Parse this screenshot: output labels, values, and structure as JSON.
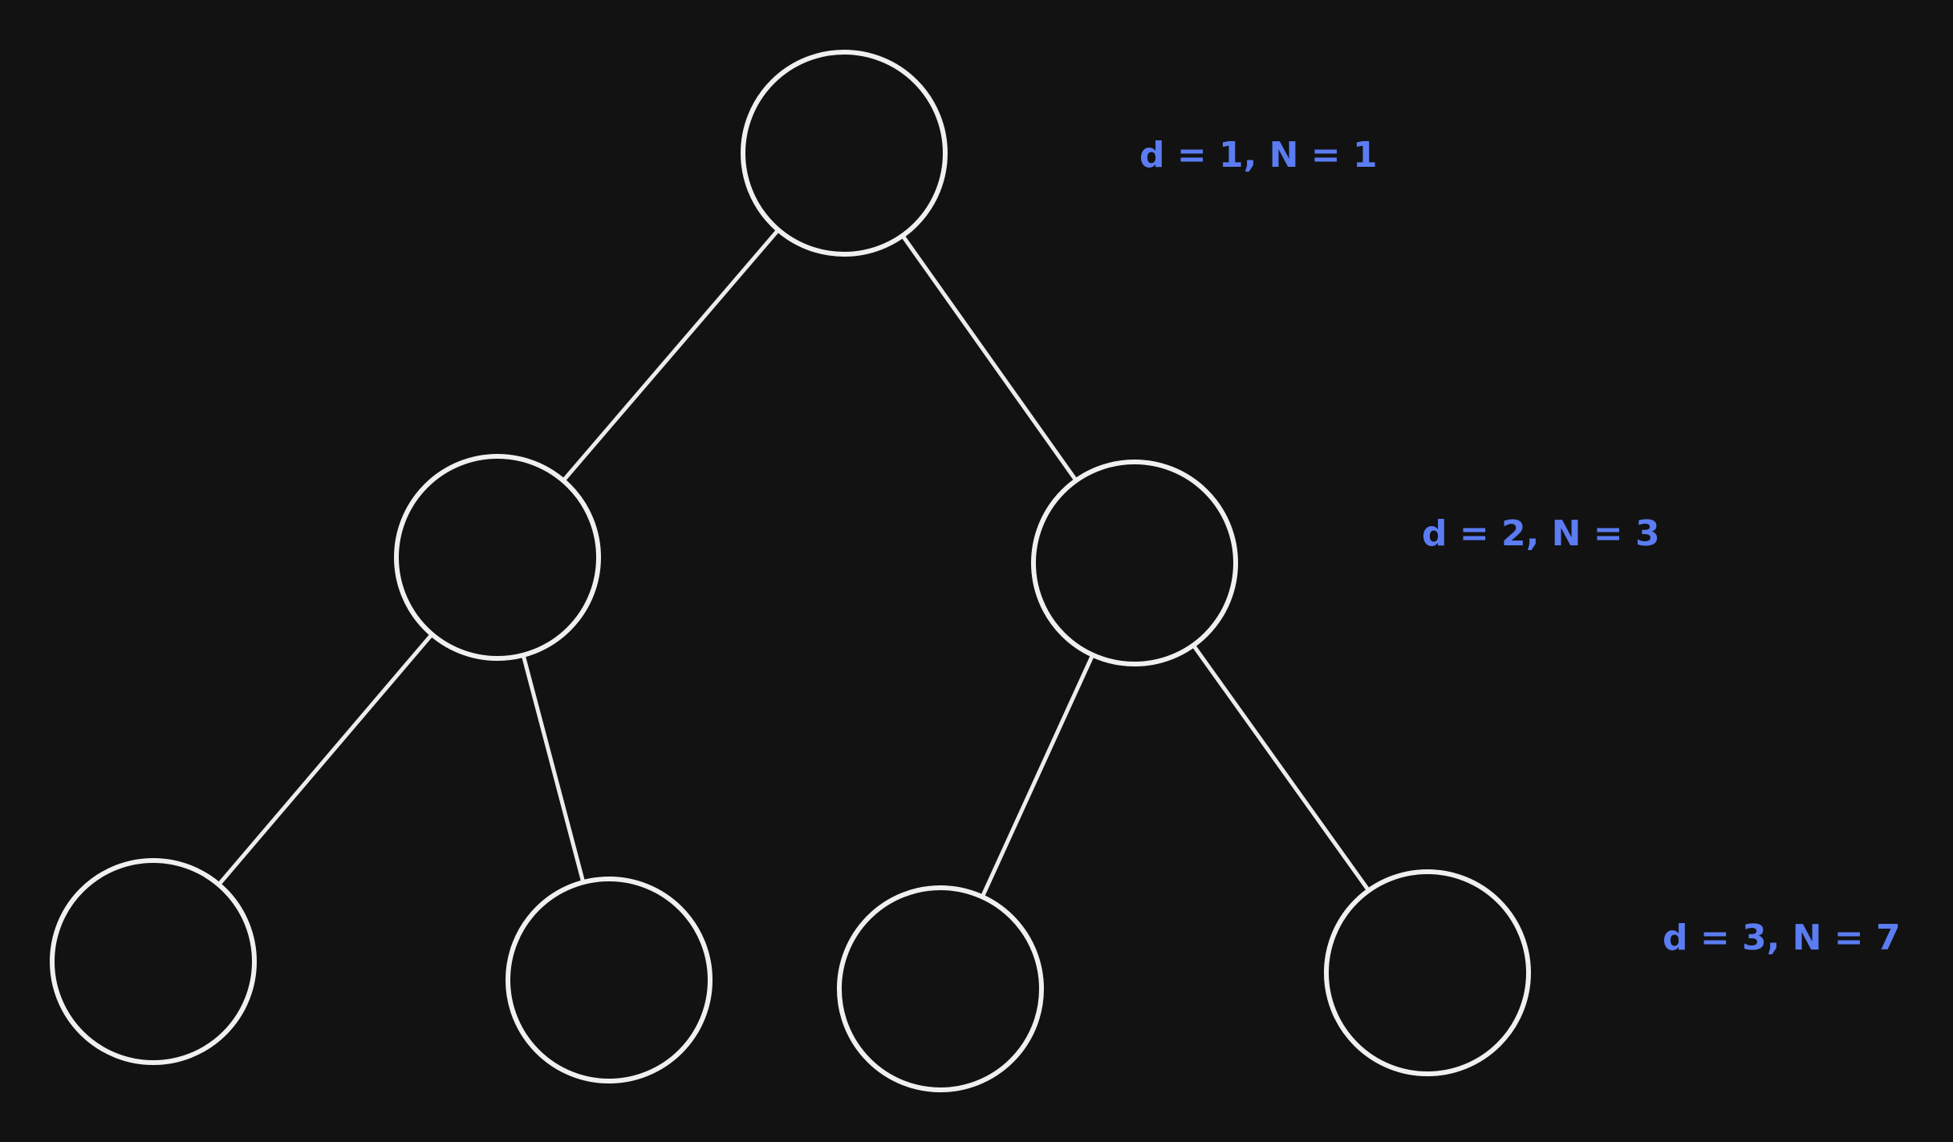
{
  "diagram": {
    "type": "binary-tree",
    "levels": [
      {
        "label": "d = 1, N = 1"
      },
      {
        "label": "d = 2, N = 3"
      },
      {
        "label": "d = 3, N = 7"
      }
    ],
    "nodes": [
      {
        "id": "root"
      },
      {
        "id": "l1-left"
      },
      {
        "id": "l1-right"
      },
      {
        "id": "l2-a"
      },
      {
        "id": "l2-b"
      },
      {
        "id": "l2-c"
      },
      {
        "id": "l2-d"
      }
    ],
    "edges": [
      {
        "from": "root",
        "to": "l1-left"
      },
      {
        "from": "root",
        "to": "l1-right"
      },
      {
        "from": "l1-left",
        "to": "l2-a"
      },
      {
        "from": "l1-left",
        "to": "l2-b"
      },
      {
        "from": "l1-right",
        "to": "l2-c"
      },
      {
        "from": "l1-right",
        "to": "l2-d"
      }
    ],
    "colors": {
      "background": "#121212",
      "stroke": "#f0f0f0",
      "label": "#5b7cf2"
    }
  }
}
